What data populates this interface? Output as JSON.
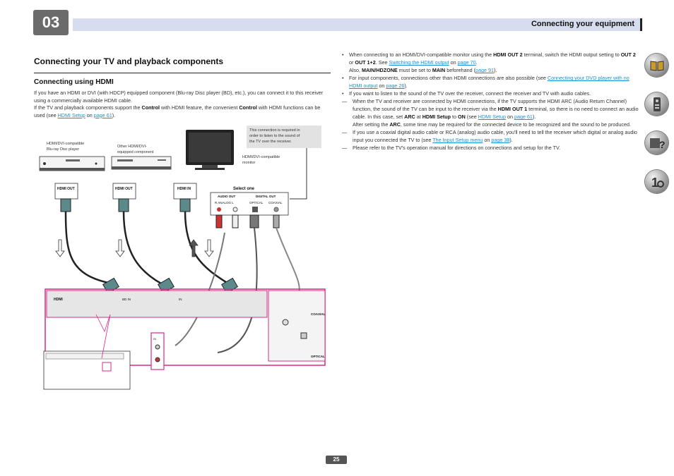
{
  "chapter": "03",
  "header": {
    "title": "Connecting your equipment"
  },
  "section": {
    "title": "Connecting your TV and playback components",
    "subtitle": "Connecting using HDMI",
    "para1": "If you have an HDMI or DVI (with HDCP) equipped component (Blu-ray Disc player (BD), etc.), you can connect it to this receiver using a commercially available HDMI cable.",
    "para2_a": "If the TV and playback components support the ",
    "para2_b": "Control",
    "para2_c": " with HDMI feature, the convenient ",
    "para2_d": "Control",
    "para2_e": " with HDMI functions can be used (see ",
    "para2_link1": "HDMI Setup",
    "para2_f": " on ",
    "para2_link2": "page 61",
    "para2_g": ")."
  },
  "right": {
    "b1_a": "When connecting to an HDMI/DVI-compatible monitor using the ",
    "b1_b": "HDMI OUT 2",
    "b1_c": " terminal, switch the HDMI output setting to ",
    "b1_d": "OUT 2",
    "b1_e": " or ",
    "b1_f": "OUT 1+2",
    "b1_g": ". See ",
    "b1_link1": "Switching the HDMI output",
    "b1_h": " on ",
    "b1_link2": "page 70",
    "b1_i": ".",
    "b1_j": "Also, ",
    "b1_k": "MAIN/HDZONE",
    "b1_l": " must be set to ",
    "b1_m": "MAIN",
    "b1_n": " beforehand (",
    "b1_link3": "page 91",
    "b1_o": ").",
    "b2_a": "For input components, connections other than HDMI connections are also possible (see ",
    "b2_link1": "Connecting your DVD player with no HDMI output",
    "b2_b": " on ",
    "b2_link2": "page 26",
    "b2_c": ").",
    "b3": "If you want to listen to the sound of the TV over the receiver, connect the receiver and TV with audio cables.",
    "d1_a": "When the TV and receiver are connected by HDMI connections, if the TV supports the HDMI ARC (Audio Return Channel) function, the sound of the TV can be input to the receiver via the ",
    "d1_b": "HDMI OUT 1",
    "d1_c": " terminal, so there is no need to connect an audio cable. In this case, set ",
    "d1_d": "ARC",
    "d1_e": " at ",
    "d1_f": "HDMI Setup",
    "d1_g": " to ",
    "d1_h": "ON",
    "d1_i": " (see ",
    "d1_link1": "HDMI Setup",
    "d1_j": " on ",
    "d1_link2": "page 61",
    "d1_k": ").",
    "d1_l": "After setting the ",
    "d1_m": "ARC",
    "d1_n": ", some time may be required for the connected device to be recognized and the sound to be produced.",
    "d2_a": "If you use a coaxial digital audio cable or RCA (analog) audio cable, you'll need to tell the receiver which digital or analog audio input you connected the TV to (see ",
    "d2_link1": "The Input Setup menu",
    "d2_b": " on ",
    "d2_link2": "page 38",
    "d2_c": ").",
    "d3": "Please refer to the TV's operation manual for directions on connections and setup for the TV.",
    "bullet": "•",
    "dash": "—"
  },
  "diagram": {
    "bd_label": "HDMI/DVI-compatible Blu-ray Disc player",
    "bd_label_1": "HDMI/DVI-compatible",
    "bd_label_2": "Blu-ray Disc player",
    "other_label_1": "Other HDMI/DVI-",
    "other_label_2": "equipped component",
    "monitor_label_1": "HDMI/DVI-compatible",
    "monitor_label_2": "monitor",
    "note_1": "This connection is required in",
    "note_2": "order to listen to the sound of",
    "note_3": "the TV over the receiver.",
    "hdmi_out": "HDMI OUT",
    "hdmi_in": "HDMI IN",
    "select_one": "Select one",
    "audio_out": "AUDIO OUT",
    "digital_out": "DIGITAL OUT",
    "r_analog_l": "R   ANALOG   L",
    "optical": "OPTICAL",
    "coaxial": "COAXIAL",
    "panel_hdmi": "HDMI",
    "panel_bd_in": "BD IN",
    "panel_in": "IN",
    "coaxial_panel": "COAXIAL",
    "optical_panel": "OPTICAL",
    "in_cd": "IN",
    "in_tv": "IN"
  },
  "sidebar": {
    "icons": [
      "book-icon",
      "remote-icon",
      "faq-icon",
      "settings-icon"
    ]
  },
  "page_number": "25"
}
